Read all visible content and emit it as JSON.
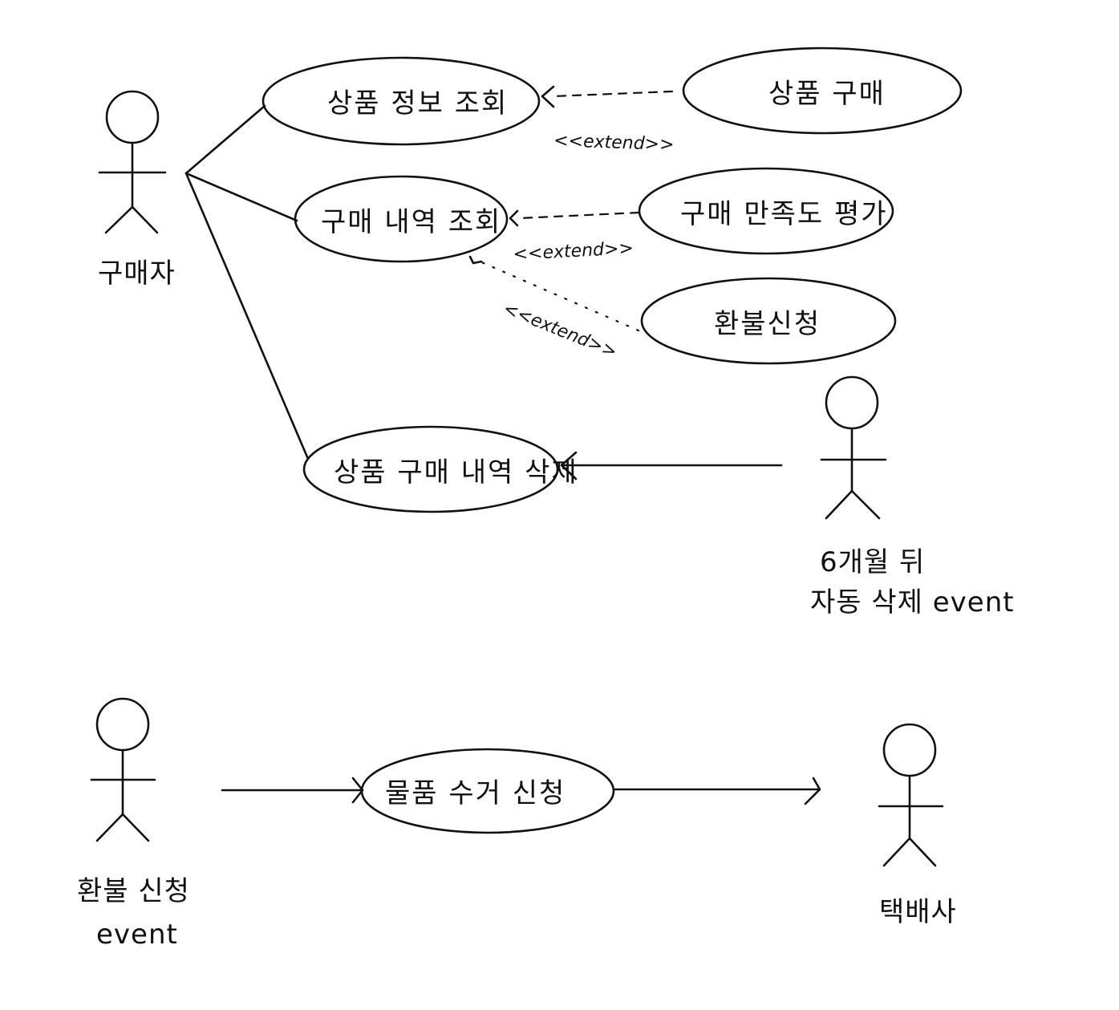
{
  "actors": {
    "buyer": "구매자",
    "auto_delete_line1": "6개월 뒤",
    "auto_delete_line2": "자동 삭제 event",
    "refund_event_line1": "환불 신청",
    "refund_event_line2": "event",
    "courier": "택배사"
  },
  "use_cases": {
    "view_product_info": "상품 정보 조회",
    "purchase_product": "상품 구매",
    "view_purchase_history": "구매 내역 조회",
    "rate_satisfaction": "구매 만족도 평가",
    "request_refund": "환불신청",
    "delete_purchase_history": "상품 구매 내역 삭제",
    "request_pickup": "물품 수거 신청"
  },
  "relations": {
    "extend_1": "<<extend>>",
    "extend_2": "<<extend>>",
    "extend_3": "<<extend>>"
  }
}
